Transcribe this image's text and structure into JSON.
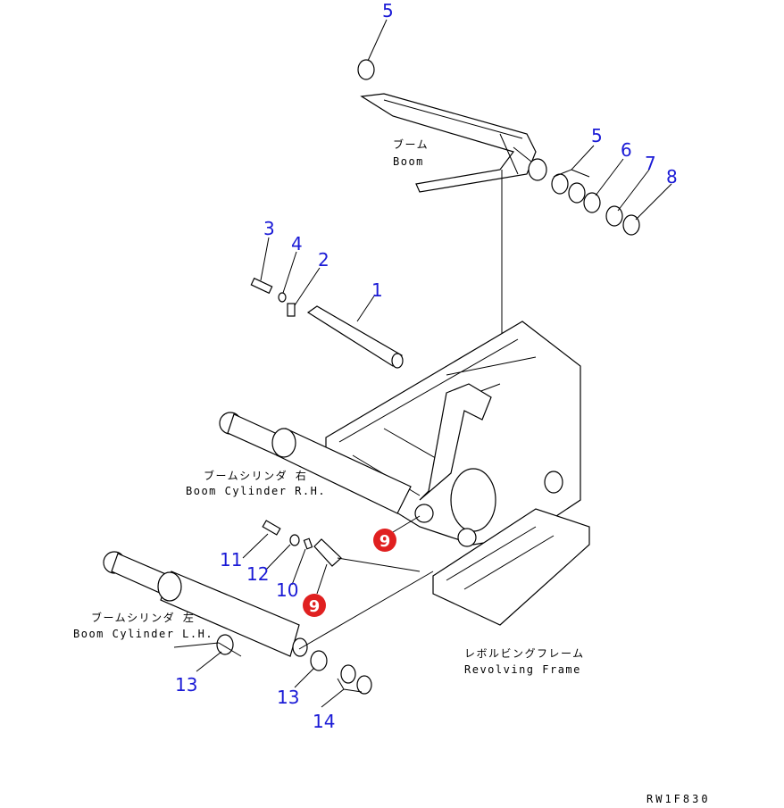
{
  "callouts": {
    "c1": "1",
    "c2": "2",
    "c3": "3",
    "c4": "4",
    "c5a": "5",
    "c5b": "5",
    "c6": "6",
    "c7": "7",
    "c8": "8",
    "c9a": "9",
    "c9b": "9",
    "c10": "10",
    "c11": "11",
    "c12": "12",
    "c13a": "13",
    "c13b": "13",
    "c14": "14"
  },
  "labels": {
    "boom_jp": "ブーム",
    "boom_en": "Boom",
    "cyl_rh_jp": "ブームシリンダ 右",
    "cyl_rh_en": "Boom Cylinder R.H.",
    "cyl_lh_jp": "ブームシリンダ 左",
    "cyl_lh_en": "Boom Cylinder L.H.",
    "frame_jp": "レボルビングフレーム",
    "frame_en": "Revolving Frame"
  },
  "drawing_code": "RW1F830",
  "colors": {
    "callout": "#1a1ad6",
    "reference_marker": "#e02020"
  }
}
